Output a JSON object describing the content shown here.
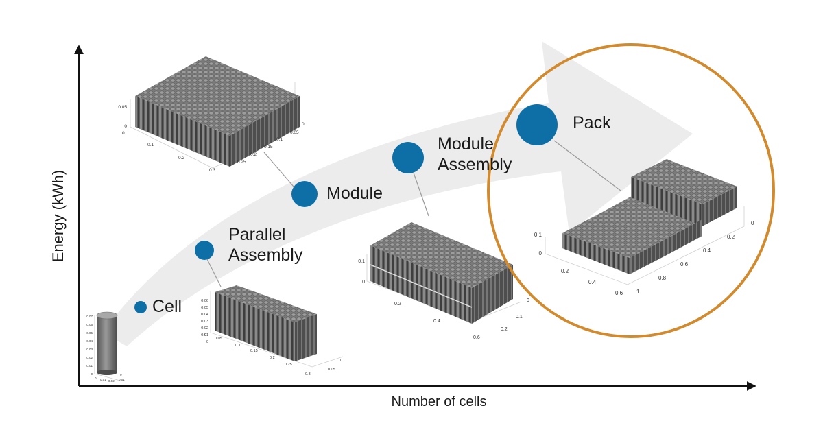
{
  "axes": {
    "y_label": "Energy (kWh)",
    "x_label": "Number of cells"
  },
  "stages": [
    {
      "label_lines": [
        "Cell"
      ]
    },
    {
      "label_lines": [
        "Parallel",
        "Assembly"
      ]
    },
    {
      "label_lines": [
        "Module"
      ]
    },
    {
      "label_lines": [
        "Module",
        "Assembly"
      ]
    },
    {
      "label_lines": [
        "Pack"
      ]
    }
  ],
  "plots": {
    "cell": {
      "z_ticks": [
        "0.07",
        "0.06",
        "0.05",
        "0.04",
        "0.03",
        "0.02",
        "0.01",
        "0"
      ],
      "x_ticks": [
        "0",
        "0.01",
        "0.02"
      ],
      "y_ticks": [
        "0",
        "0.01"
      ]
    },
    "parallel": {
      "z_ticks": [
        "0.06",
        "0.05",
        "0.04",
        "0.03",
        "0.02",
        "0.01",
        "0"
      ],
      "x_ticks": [
        "0",
        "0.05",
        "0.1",
        "0.15",
        "0.2",
        "0.25",
        "0.3"
      ],
      "y_ticks": [
        "0",
        "0.05"
      ]
    },
    "module": {
      "z_ticks": [
        "0.05",
        "0"
      ],
      "x_ticks": [
        "0",
        "0.1",
        "0.2",
        "0.3"
      ],
      "y_ticks": [
        "0",
        "0.05",
        "0.1",
        "0.15",
        "0.2",
        "0.25"
      ]
    },
    "module_assembly": {
      "z_ticks": [
        "0.1",
        "0"
      ],
      "x_ticks": [
        "0.2",
        "0.4",
        "0.6"
      ],
      "y_ticks": [
        "0",
        "0.1",
        "0.2"
      ]
    },
    "pack": {
      "z_ticks": [
        "0.1",
        "0"
      ],
      "x_ticks": [
        "0.2",
        "0.4",
        "0.6"
      ],
      "y_ticks": [
        "0",
        "0.2",
        "0.4",
        "0.6",
        "0.8",
        "1"
      ]
    }
  },
  "colors": {
    "marker": "#0e6fa6",
    "highlight_circle": "#d18a2e",
    "growth_arrow": "#ececec",
    "cells": "#6e6e6e",
    "axis": "#111111"
  }
}
